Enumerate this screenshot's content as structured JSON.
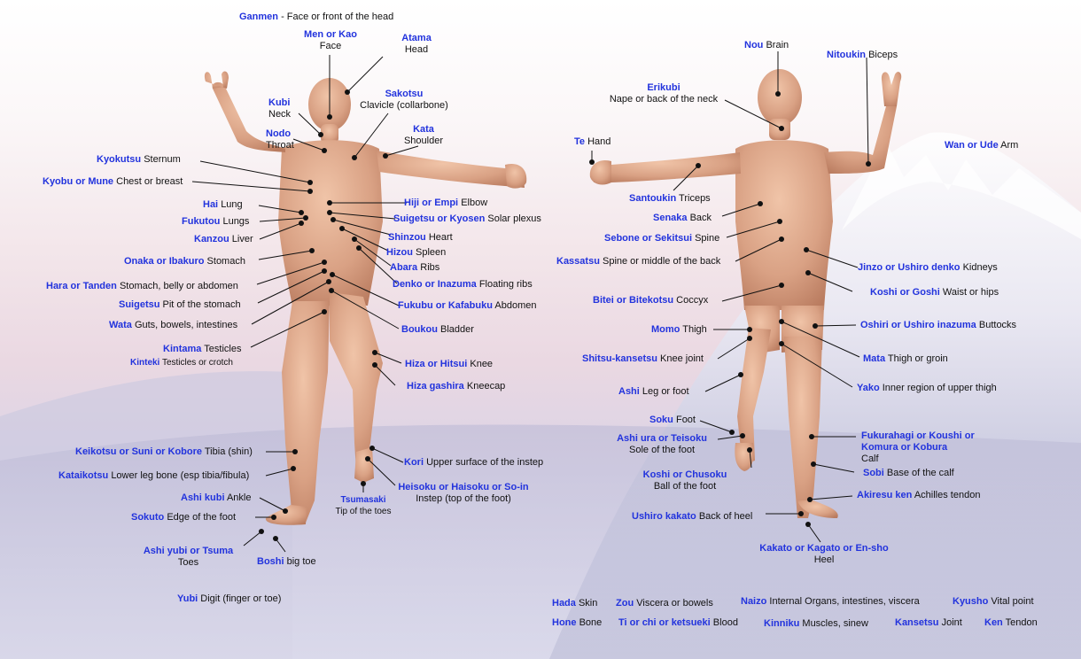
{
  "front": {
    "ganmen": {
      "term": "Ganmen",
      "desc": " - Face or front of the head"
    },
    "men_kao": {
      "term": "Men or Kao",
      "desc": "Face"
    },
    "atama": {
      "term": "Atama",
      "desc": "Head"
    },
    "kubi": {
      "term": "Kubi",
      "desc": "Neck"
    },
    "sakotsu": {
      "term": "Sakotsu",
      "desc": "Clavicle (collarbone)"
    },
    "nodo": {
      "term": "Nodo",
      "desc": "Throat"
    },
    "kata": {
      "term": "Kata",
      "desc": "Shoulder"
    },
    "kyokutsu": {
      "term": "Kyokutsu",
      "desc": "Sternum"
    },
    "kyobu": {
      "term": "Kyobu or Mune",
      "desc": "Chest or breast"
    },
    "hai": {
      "term": "Hai",
      "desc": "Lung"
    },
    "hiji": {
      "term": "Hiji or Empi",
      "desc": "Elbow"
    },
    "fukutou": {
      "term": "Fukutou",
      "desc": "Lungs"
    },
    "suigetsu_kyosen": {
      "term": "Suigetsu or Kyosen",
      "desc": "Solar plexus"
    },
    "kanzou": {
      "term": "Kanzou",
      "desc": "Liver"
    },
    "shinzou": {
      "term": "Shinzou",
      "desc": "Heart"
    },
    "hizou": {
      "term": "Hizou",
      "desc": "Spleen"
    },
    "onaka": {
      "term": "Onaka or Ibakuro",
      "desc": "Stomach"
    },
    "abara": {
      "term": "Abara",
      "desc": "Ribs"
    },
    "hara": {
      "term": "Hara or Tanden",
      "desc": "Stomach, belly or abdomen"
    },
    "denko": {
      "term": "Denko or Inazuma",
      "desc": "Floating ribs"
    },
    "suigetsu": {
      "term": "Suigetsu",
      "desc": "Pit of the stomach"
    },
    "fukubu": {
      "term": "Fukubu or Kafabuku",
      "desc": "Abdomen"
    },
    "wata": {
      "term": "Wata",
      "desc": "Guts, bowels, intestines"
    },
    "boukou": {
      "term": "Boukou",
      "desc": "Bladder"
    },
    "kintama": {
      "term": "Kintama",
      "desc": "Testicles"
    },
    "kinteki": {
      "term": "Kinteki",
      "desc": " Testicles or crotch"
    },
    "hiza": {
      "term": "Hiza or Hitsui",
      "desc": "Knee"
    },
    "hiza_gashira": {
      "term": "Hiza gashira",
      "desc": "Kneecap"
    },
    "keikotsu": {
      "term": "Keikotsu or Suni or Kobore",
      "desc": "Tibia (shin)"
    },
    "kori": {
      "term": "Kori",
      "desc": "Upper surface of the instep"
    },
    "kataikotsu": {
      "term": "Kataikotsu",
      "desc": "Lower leg bone (esp tibia/fibula)"
    },
    "heisoku": {
      "term": "Heisoku or Haisoku or So-in",
      "desc": "Instep (top of the foot)"
    },
    "ashi_kubi": {
      "term": "Ashi kubi",
      "desc": "Ankle"
    },
    "tsumasaki": {
      "term": "Tsumasaki",
      "desc": "Tip of the toes"
    },
    "sokuto": {
      "term": "Sokuto",
      "desc": "Edge of the foot"
    },
    "ashi_yubi": {
      "term": "Ashi yubi or Tsuma",
      "desc": "Toes"
    },
    "boshi": {
      "term": "Boshi",
      "desc": "big toe"
    },
    "yubi": {
      "term": "Yubi",
      "desc": "Digit (finger or toe)"
    }
  },
  "back": {
    "nou": {
      "term": "Nou",
      "desc": "Brain"
    },
    "nitoukin": {
      "term": "Nitoukin",
      "desc": "Biceps"
    },
    "erikubi": {
      "term": "Erikubi",
      "desc": "Nape or back of the neck"
    },
    "te": {
      "term": "Te",
      "desc": "Hand"
    },
    "wan": {
      "term": "Wan or Ude",
      "desc": "Arm"
    },
    "santoukin": {
      "term": "Santoukin",
      "desc": "Triceps"
    },
    "senaka": {
      "term": "Senaka",
      "desc": "Back"
    },
    "sebone": {
      "term": "Sebone or Sekitsui",
      "desc": "Spine"
    },
    "kassatsu": {
      "term": "Kassatsu",
      "desc": "Spine or middle of the back"
    },
    "jinzo": {
      "term": "Jinzo or Ushiro denko",
      "desc": "Kidneys"
    },
    "koshi_goshi": {
      "term": "Koshi or Goshi",
      "desc": "Waist or hips"
    },
    "bitei": {
      "term": "Bitei or Bitekotsu",
      "desc": "Coccyx"
    },
    "oshiri": {
      "term": "Oshiri or Ushiro inazuma",
      "desc": "Buttocks"
    },
    "momo": {
      "term": "Momo",
      "desc": "Thigh"
    },
    "mata": {
      "term": "Mata",
      "desc": "Thigh or groin"
    },
    "shitsu_kansetsu": {
      "term": "Shitsu-kansetsu",
      "desc": "Knee joint"
    },
    "yako": {
      "term": "Yako",
      "desc": "Inner region of upper thigh"
    },
    "ashi": {
      "term": "Ashi",
      "desc": "Leg or foot"
    },
    "soku": {
      "term": "Soku",
      "desc": "Foot"
    },
    "ashi_ura": {
      "term": "Ashi ura or Teisoku",
      "desc": "Sole of the foot"
    },
    "fukurahagi": {
      "term": "Fukurahagi or Koushi or",
      "term2": "Komura or Kobura",
      "desc": "Calf"
    },
    "sobi": {
      "term": "Sobi",
      "desc": "Base of the calf"
    },
    "koshi_chusoku": {
      "term": "Koshi or Chusoku",
      "desc": "Ball of the foot"
    },
    "akiresu_ken": {
      "term": "Akiresu ken",
      "desc": "Achilles tendon"
    },
    "ushiro_kakato": {
      "term": "Ushiro kakato",
      "desc": "Back of heel"
    },
    "kakato": {
      "term": "Kakato or Kagato or En-sho",
      "desc": "Heel"
    }
  },
  "general": {
    "hada": {
      "term": "Hada",
      "desc": "Skin"
    },
    "zou": {
      "term": "Zou",
      "desc": "Viscera or bowels"
    },
    "naizo": {
      "term": "Naizo",
      "desc": "Internal Organs, intestines, viscera"
    },
    "kyusho": {
      "term": "Kyusho",
      "desc": "Vital point"
    },
    "hone": {
      "term": "Hone",
      "desc": "Bone"
    },
    "ketsueki": {
      "term": "Ti or chi or ketsueki",
      "desc": "Blood"
    },
    "kinniku": {
      "term": "Kinniku",
      "desc": "Muscles, sinew"
    },
    "kansetsu": {
      "term": "Kansetsu",
      "desc": "Joint"
    },
    "ken": {
      "term": "Ken",
      "desc": "Tendon"
    }
  },
  "colors": {
    "term": "#2233dd",
    "description": "#111111",
    "skin": "#d9a184"
  }
}
